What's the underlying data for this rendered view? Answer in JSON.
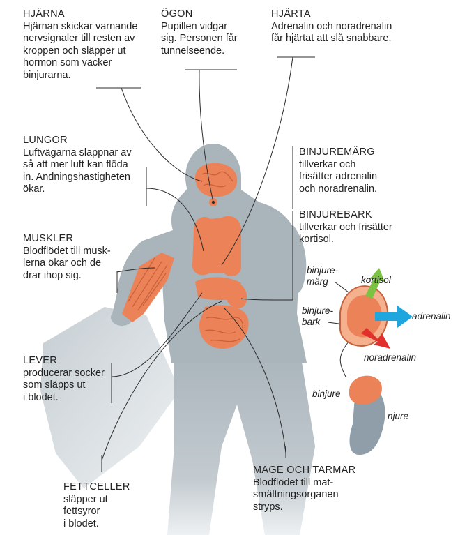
{
  "colors": {
    "silhouette": "#a9b4bb",
    "organ": "#ec8257",
    "organ_dark": "#c8613a",
    "line": "#2b2b2b",
    "arrow_green": "#7cc243",
    "arrow_blue": "#1ea7df",
    "arrow_red": "#e1302c",
    "kidney": "#8f9ea8"
  },
  "blocks": {
    "hjarna": {
      "title": "HJÄRNA",
      "text": "Hjärnan skickar varnande\nnervsignaler till resten av\nkroppen och släpper ut\nhormon som väcker\nbinjurarna."
    },
    "ogon": {
      "title": "ÖGON",
      "text": "Pupillen vidgar\nsig. Personen får\ntunnelseende."
    },
    "hjarta": {
      "title": "HJÄRTA",
      "text": "Adrenalin och noradrenalin\nfår hjärtat att slå snabbare."
    },
    "lungor": {
      "title": "LUNGOR",
      "text": "Luftvägarna slappnar av\nså att mer luft kan flöda\nin. Andningshastigheten\nökar."
    },
    "binjuremarg": {
      "title": "BINJUREMÄRG",
      "text": "tillverkar och\nfrisätter adrenalin\noch noradrenalin."
    },
    "binjurebark": {
      "title": "BINJUREBARK",
      "text": "tillverkar och frisätter\nkortisol."
    },
    "muskler": {
      "title": "MUSKLER",
      "text": "Blodflödet till musk-\nlerna ökar och de\ndrar ihop sig."
    },
    "lever": {
      "title": "LEVER",
      "text": "producerar socker\nsom släpps ut\ni blodet."
    },
    "fettceller": {
      "title": "FETTCELLER",
      "text": "släpper ut\nfettsyror\ni blodet."
    },
    "mage": {
      "title": "MAGE OCH TARMAR",
      "text": "Blodflödet till mat-\nsmältningsorganen\nstryps."
    }
  },
  "labels": {
    "binjuremarg": "binjure-\nmärg",
    "binjurebark": "binjure-\nbark",
    "kortisol": "kortisol",
    "adrenalin": "adrenalin",
    "noradrenalin": "noradrenalin",
    "binjure": "binjure",
    "njure": "njure"
  }
}
